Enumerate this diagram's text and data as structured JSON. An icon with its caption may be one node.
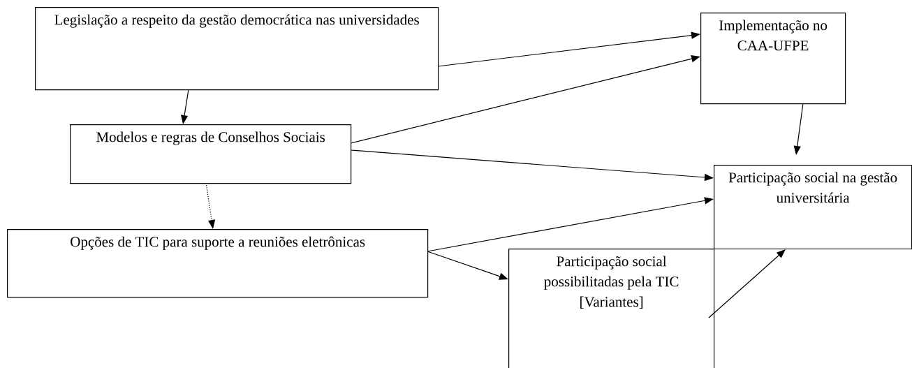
{
  "diagram": {
    "nodes": [
      {
        "text": [
          "Legislação a respeito da gestão democrática nas universidades"
        ]
      },
      {
        "text": [
          "Implementação no CAA-UFPE"
        ]
      },
      {
        "text": [
          "Modelos e regras de Conselhos Sociais"
        ]
      },
      {
        "text": [
          "Participação social na gestão universitária"
        ]
      },
      {
        "text": [
          "Opções de TIC para suporte a reuniões eletrônicas"
        ]
      },
      {
        "text": [
          "Participação social possibilitadas pela TIC [Variantes]"
        ]
      }
    ],
    "edges": [
      {
        "from": 0,
        "to": 1,
        "arrow": "to"
      },
      {
        "from": 0,
        "to": 2,
        "arrow": "to"
      },
      {
        "from": 2,
        "to": 1,
        "arrow": "to"
      },
      {
        "from": 2,
        "to": 3,
        "arrow": "to"
      },
      {
        "from": 2,
        "to": 4,
        "arrow": "to",
        "style": "dashed"
      },
      {
        "from": 4,
        "to": 3,
        "arrow": "to"
      },
      {
        "from": 4,
        "to": 5,
        "arrow": "to"
      },
      {
        "from": 1,
        "to": 3,
        "arrow": "to"
      },
      {
        "from": 5,
        "to": 3,
        "arrow": "to"
      }
    ]
  }
}
